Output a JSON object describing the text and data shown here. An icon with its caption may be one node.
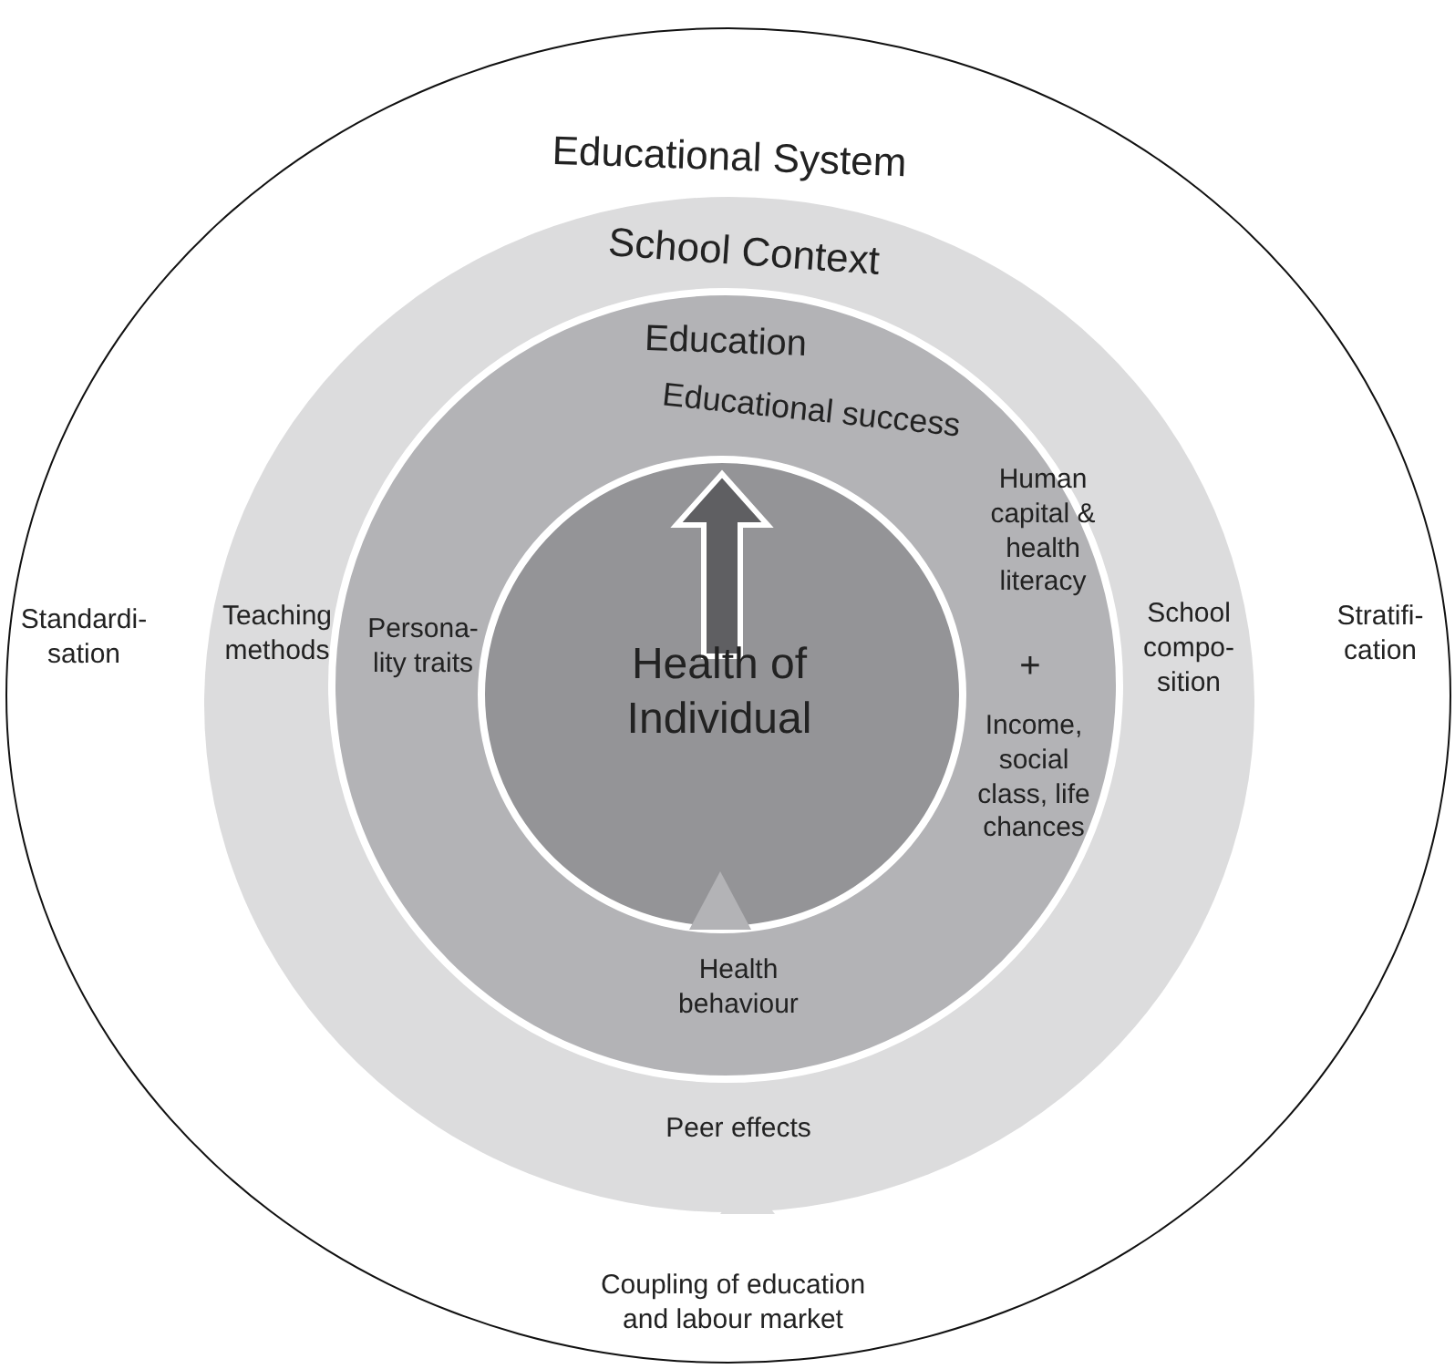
{
  "diagram": {
    "nodes": [
      {
        "text": [
          "Educational System"
        ]
      },
      {
        "text": [
          "School Context"
        ],
        "in": 0
      },
      {
        "text": [
          "Education",
          "Educational success"
        ],
        "in": 1
      },
      {
        "text": [
          "Health of Individual"
        ],
        "in": 2
      }
    ],
    "labels": [
      "Standardi- sation",
      "Teaching methods",
      "Persona- lity traits",
      "Human capital & health literacy",
      "+",
      "Income, social class, life chances",
      "School compo- sition",
      "Stratifi- cation",
      "Health behaviour",
      "Peer effects",
      "Coupling of education and labour market"
    ]
  }
}
